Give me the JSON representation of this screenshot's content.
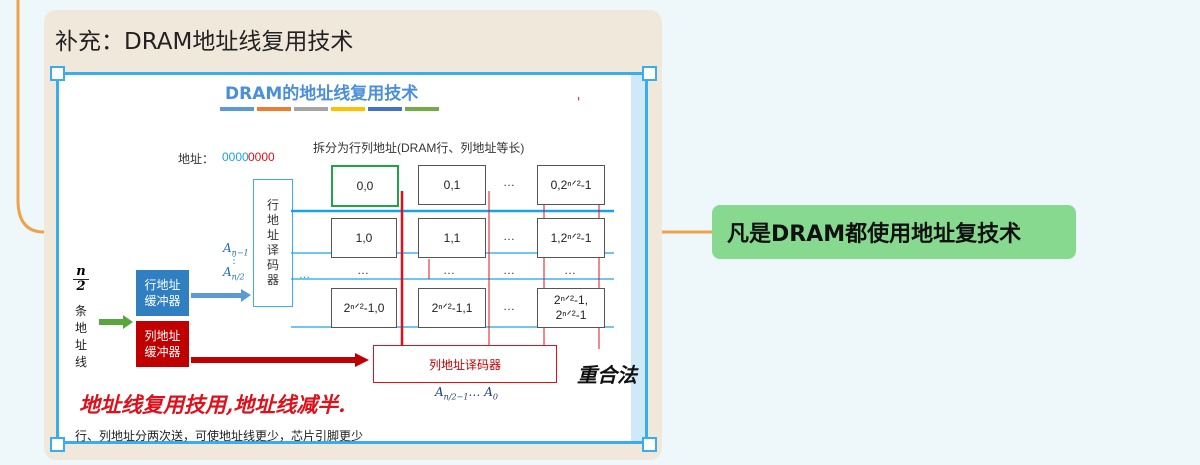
{
  "card": {
    "title": "补充：DRAM地址线复用技术"
  },
  "slide": {
    "title": "DRAM的地址线复用技术",
    "title_stripe_colors": [
      "#5b9bd5",
      "#ed7d31",
      "#a5a5a5",
      "#ffc000",
      "#4472c4",
      "#70ad47"
    ],
    "address_label": "地址：",
    "address_value_a": "0000",
    "address_value_b": "0000",
    "split_caption": "拆分为行列地址(DRAM行、列地址等长)",
    "row_decoder": [
      "行",
      "地",
      "址",
      "译",
      "码",
      "器"
    ],
    "row_buffer": [
      "行地址",
      "缓冲器"
    ],
    "col_buffer": [
      "列地址",
      "缓冲器"
    ],
    "col_decoder": "列地址译码器",
    "n_num": "n",
    "n_den": "2",
    "addr_lines": [
      "条",
      "地",
      "址",
      "线"
    ],
    "a_high": "A",
    "a_high_sub": "n−1",
    "a_vdots": "⋮",
    "a_low": "A",
    "a_low_sub_num": "n",
    "a_low_sub_den": "2",
    "col_addr_range": "A",
    "col_addr_sub": "n/2−1",
    "col_addr_tail": "… A",
    "col_addr_tail_sub": "0",
    "cells": {
      "r0": [
        "0,0",
        "0,1",
        "…",
        "0,2ⁿᐟ²-1"
      ],
      "r1": [
        "1,0",
        "1,1",
        "…",
        "1,2ⁿᐟ²-1"
      ],
      "r2": [
        "…",
        "…",
        "…",
        "…"
      ],
      "r3": [
        "2ⁿᐟ²-1,0",
        "2ⁿᐟ²-1,1",
        "…",
        "2ⁿᐟ²-1,"
      ],
      "r3_last_line2": "2ⁿᐟ²-1"
    },
    "row_ellipsis": "…",
    "handwriting_main": "地址线复用技用,地址线减半.",
    "handwriting_side": "重合法",
    "footer": "行、列地址分两次送，可使地址线更少，芯片引脚更少"
  },
  "node": {
    "label": "凡是DRAM都使用地址复技术"
  },
  "colors": {
    "connector": "#f0a24a",
    "node_bg": "#87d98f",
    "card_bg": "#f1e8dc",
    "selection": "#38aef0"
  }
}
